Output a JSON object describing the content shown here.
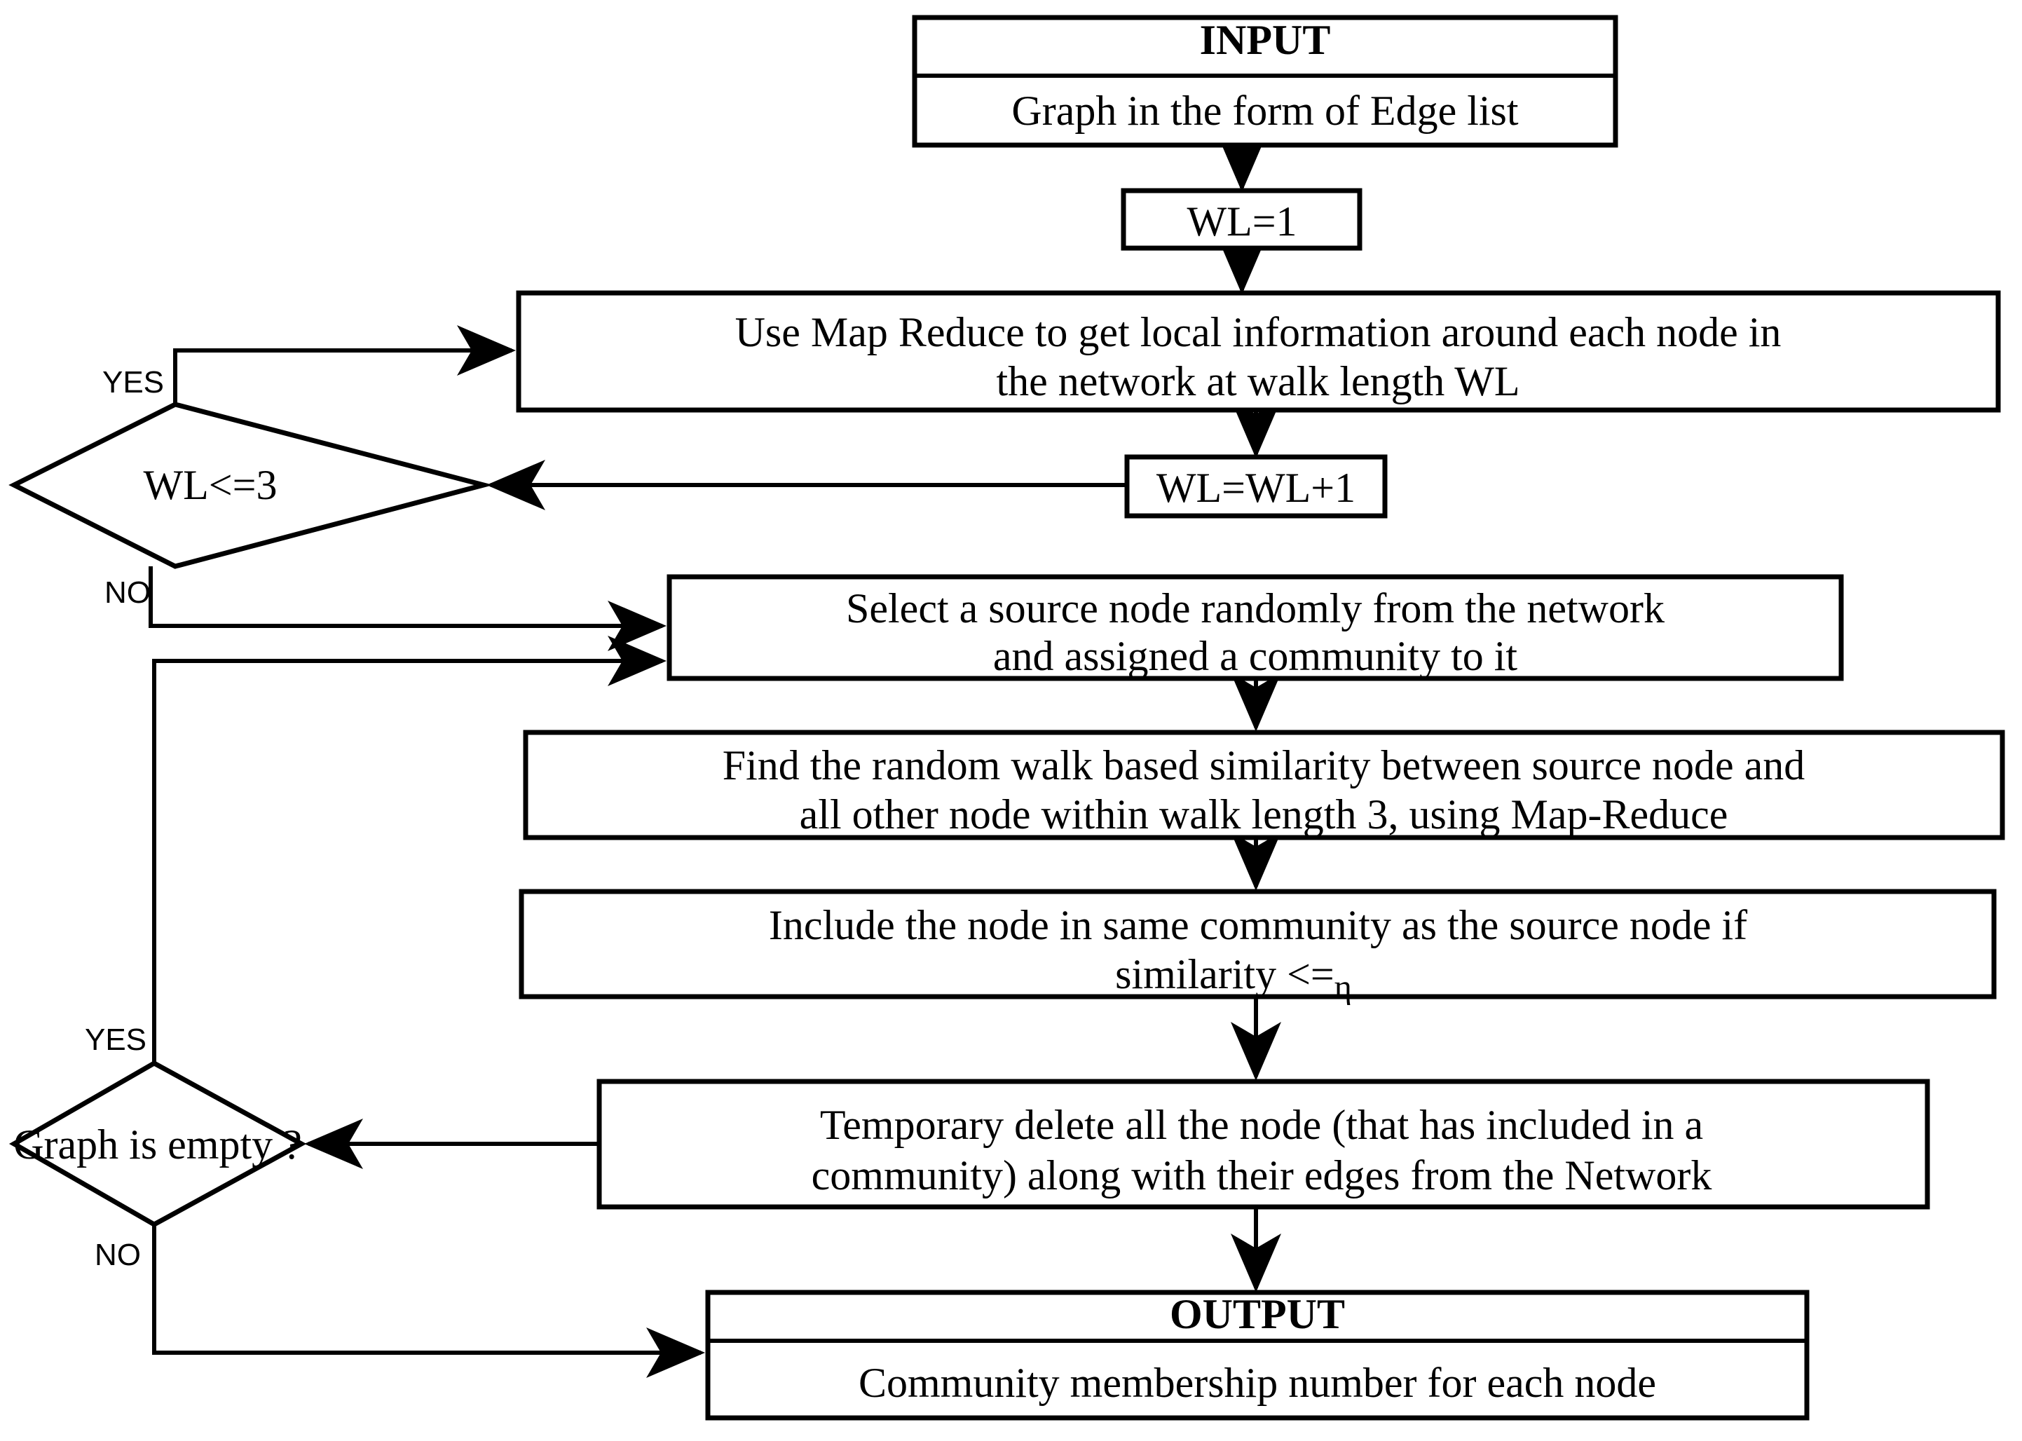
{
  "diagram": {
    "type": "flowchart",
    "title": "",
    "nodes": [
      {
        "id": "input",
        "shape": "process-split",
        "header": "INPUT",
        "body": "Graph in the form of Edge list"
      },
      {
        "id": "wl-init",
        "shape": "process",
        "body": "WL=1"
      },
      {
        "id": "mapreduce-local",
        "shape": "process",
        "line1": "Use Map Reduce to get local information around each node in",
        "line2": "the network at walk length WL"
      },
      {
        "id": "wl-increment",
        "shape": "process",
        "body": "WL=WL+1"
      },
      {
        "id": "wl-check",
        "shape": "decision",
        "body": "WL<=3"
      },
      {
        "id": "select-source",
        "shape": "process",
        "line1": "Select a source node randomly from the network",
        "line2": "and assigned a community to it"
      },
      {
        "id": "find-similarity",
        "shape": "process",
        "line1": "Find the random walk based similarity between source node and",
        "line2": "all other node within walk length 3, using Map-Reduce"
      },
      {
        "id": "include-node",
        "shape": "process",
        "line1": "Include the node in same community as the source node if",
        "line2_prefix": "similarity <=",
        "line2_symbol": "η"
      },
      {
        "id": "temp-delete",
        "shape": "process",
        "line1": "Temporary delete all the node (that has included in a",
        "line2": "community) along with their edges from the Network"
      },
      {
        "id": "graph-empty",
        "shape": "decision",
        "body": "Graph is empty ?"
      },
      {
        "id": "output",
        "shape": "process-split",
        "header": "OUTPUT",
        "body": "Community membership number for each node"
      }
    ],
    "edge_labels": {
      "wl_check_yes": "YES",
      "wl_check_no": "NO",
      "graph_empty_yes": "YES",
      "graph_empty_no": "NO"
    },
    "colors": {
      "stroke": "#000000",
      "fill": "#ffffff",
      "text": "#000000"
    }
  }
}
